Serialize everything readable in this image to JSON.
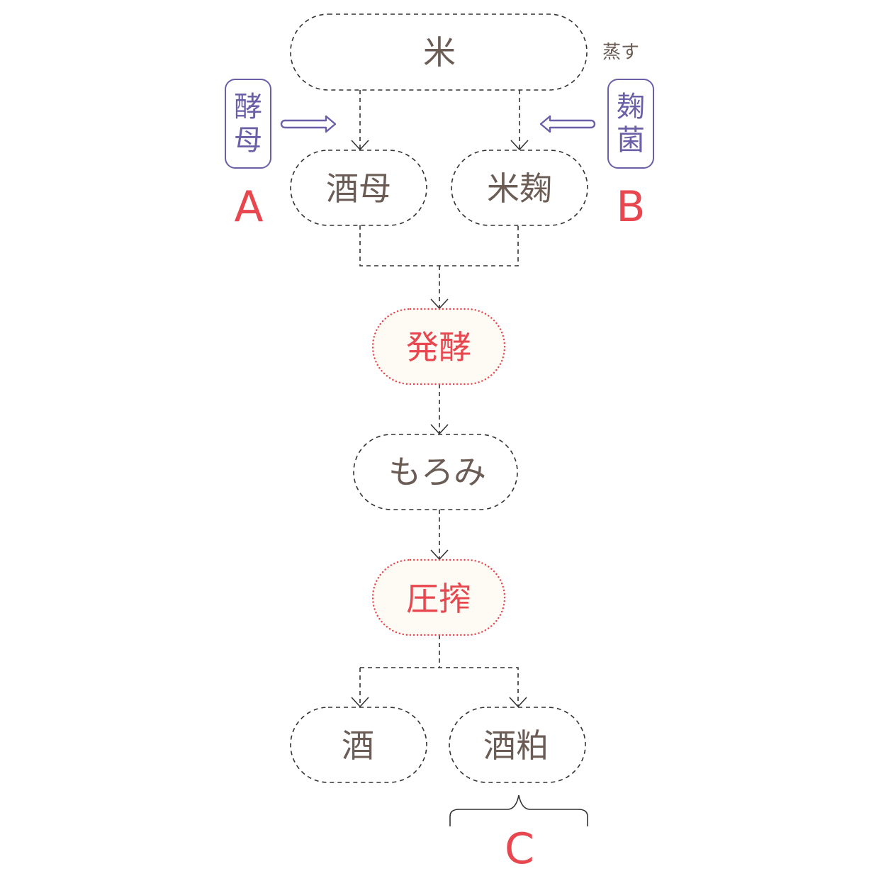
{
  "nodes": {
    "rice": "米",
    "steam": "蒸す",
    "yeast_starter": "酒母",
    "rice_koji": "米麹",
    "fermentation": "発酵",
    "moromi": "もろみ",
    "pressing": "圧搾",
    "sake": "酒",
    "sake_lees": "酒粕"
  },
  "inputs": {
    "yeast": [
      "酵",
      "母"
    ],
    "koji_mold": [
      "麹",
      "菌"
    ]
  },
  "labels": {
    "a": "A",
    "b": "B",
    "c": "C"
  },
  "colors": {
    "text": "#6b5d55",
    "process": "#e8474f",
    "input": "#6b5fa8",
    "process_fill": "#fdfbf3"
  }
}
